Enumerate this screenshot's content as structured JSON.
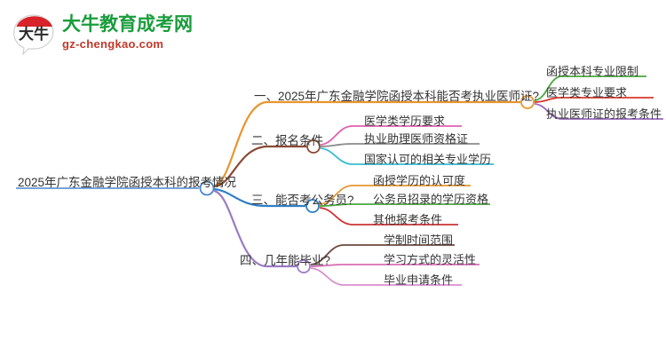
{
  "logo": {
    "mark_text": "大牛",
    "title": "大牛教育成考网",
    "subtitle": "gz-chengkao.com",
    "title_color": "#1a9c3c",
    "subtitle_color": "#c0392b",
    "mark_red": "#d8232a"
  },
  "mindmap": {
    "root": {
      "label": "2025年广东金融学院函授本科的报考情况",
      "underline_color": "#4a86c8"
    },
    "branches": [
      {
        "label": "一、2025年广东金融学院函授本科能否考执业医师证?",
        "color": "#e8952f",
        "children": [
          {
            "label": "函授本科专业限制",
            "color": "#4aa83f"
          },
          {
            "label": "医学类专业要求",
            "color": "#d9372b"
          },
          {
            "label": "执业医师证的报考条件",
            "color": "#9b6bbf"
          }
        ]
      },
      {
        "label": "二、报名条件",
        "color": "#8a4a34",
        "children": [
          {
            "label": "医学类学历要求",
            "color": "#e060b0"
          },
          {
            "label": "执业助理医师资格证",
            "color": "#8a8a8a"
          },
          {
            "label": "国家认可的相关专业学历",
            "color": "#35bcd4"
          }
        ]
      },
      {
        "label": "三、能否考公务员?",
        "color": "#2e7fc4",
        "children": [
          {
            "label": "函授学历的认可度",
            "color": "#e8952f"
          },
          {
            "label": "公务员招录的学历资格",
            "color": "#4aa83f"
          },
          {
            "label": "其他报考条件",
            "color": "#cc3333"
          }
        ]
      },
      {
        "label": "四、几年能毕业?",
        "color": "#9b7bc4",
        "children": [
          {
            "label": "学制时间范围",
            "color": "#6b4a3f"
          },
          {
            "label": "学习方式的灵活性",
            "color": "#d96fb8"
          },
          {
            "label": "毕业申请条件",
            "color": "#d98fd0"
          }
        ]
      }
    ]
  }
}
